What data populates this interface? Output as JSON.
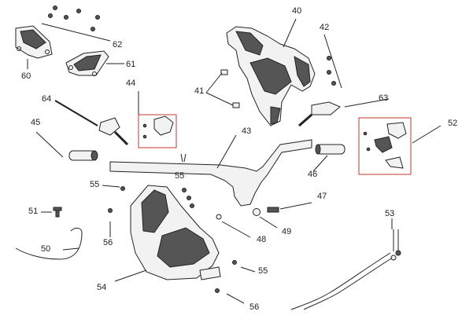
{
  "diagram": {
    "title": "",
    "callouts": {
      "c40": "40",
      "c42": "42",
      "c62": "62",
      "c61": "61",
      "c60": "60",
      "c44": "44",
      "c41": "41",
      "c63": "63",
      "c64": "64",
      "c45": "45",
      "c43": "43",
      "c52": "52",
      "c46": "46",
      "c55a": "55",
      "c55b": "55",
      "c55c": "55",
      "c47": "47",
      "c51": "51",
      "c56a": "56",
      "c56b": "56",
      "c48": "48",
      "c49": "49",
      "c53": "53",
      "c50": "50",
      "c54": "54"
    },
    "colors": {
      "ink": "#222222",
      "highlight": "#c0392b",
      "part_fill": "#f2f2f2",
      "dark_fill": "#555555"
    }
  }
}
